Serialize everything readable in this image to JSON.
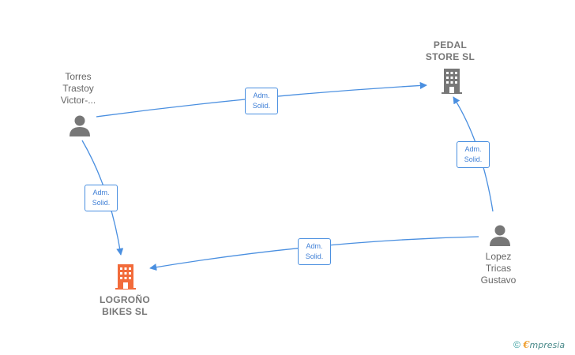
{
  "nodes": {
    "torres": {
      "label": "Torres\nTrastoy\nVictor-..."
    },
    "pedal": {
      "label": "PEDAL\nSTORE  SL"
    },
    "logrono": {
      "label": "LOGROÑO\nBIKES  SL"
    },
    "lopez": {
      "label": "Lopez\nTricas\nGustavo"
    }
  },
  "edges": {
    "torres_pedal": {
      "line1": "Adm.",
      "line2": "Solid."
    },
    "torres_logrono": {
      "line1": "Adm.",
      "line2": "Solid."
    },
    "lopez_pedal": {
      "line1": "Adm.",
      "line2": "Solid."
    },
    "lopez_logrono": {
      "line1": "Adm.",
      "line2": "Solid."
    }
  },
  "colors": {
    "edge": "#4a8fe0",
    "person": "#777777",
    "company": "#777777",
    "focus_company": "#f26b3a"
  },
  "icons": {
    "person": "person-icon",
    "company": "building-icon"
  },
  "brand": {
    "copyright": "©",
    "e": "€",
    "rest": "mpresia"
  }
}
